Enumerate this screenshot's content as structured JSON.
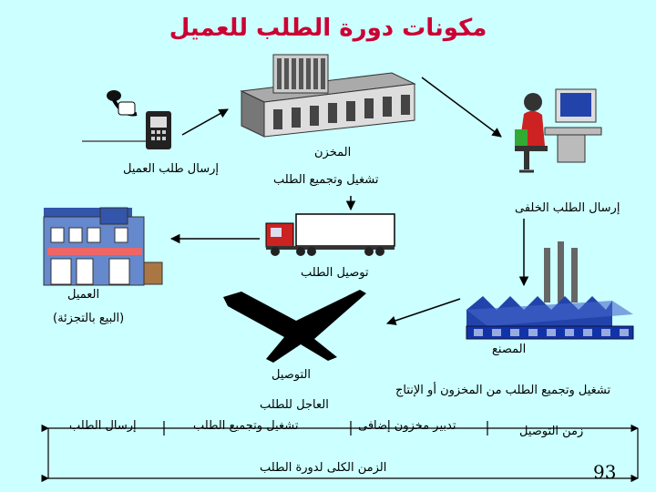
{
  "title": "مكونات دورة الطلب للعميل",
  "labels": {
    "send_customer_order": "إرسال طلب العميل",
    "warehouse": "المخزن",
    "process_assemble_order": "تشغيل وتجميع الطلب",
    "send_back_order": "إرسال الطلب الخلفى",
    "order_delivery": "توصيل الطلب",
    "customer": "العميل",
    "retail": "(البيع بالتجزئة)",
    "factory": "المصنع",
    "express_delivery_1": "التوصيل",
    "express_delivery_2": "العاجل للطلب",
    "process_from_stock_or_production": "تشغيل وتجميع الطلب من المخزون أو الإنتاج"
  },
  "timeline": {
    "send_order": "إرسال الطلب",
    "process_assemble": "تشغيل وتجميع الطلب",
    "extra_stock": "تدبير مخزون إضافى",
    "delivery_time": "زمن التوصيل",
    "total_cycle_time": "الزمن الكلى لدورة الطلب"
  },
  "page_number": "93",
  "colors": {
    "title": "#cc0033",
    "background": "#ccffff"
  },
  "icons": [
    "telephone-icon",
    "warehouse-icon",
    "office-worker-icon",
    "store-icon",
    "truck-icon",
    "factory-icon",
    "airplane-icon"
  ]
}
